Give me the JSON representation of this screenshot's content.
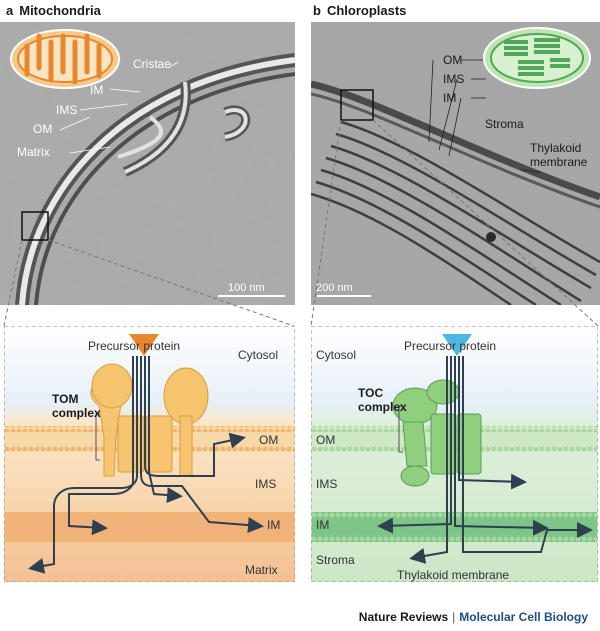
{
  "panel_a": {
    "letter": "a",
    "title": "Mitochondria",
    "em_labels": {
      "cristae": "Cristae",
      "im": "IM",
      "ims": "IMS",
      "om": "OM",
      "matrix": "Matrix"
    },
    "scale_bar": "100 nm",
    "schematic": {
      "precursor": "Precursor protein",
      "cytosol": "Cytosol",
      "complex_line1": "TOM",
      "complex_line2": "complex",
      "om": "OM",
      "ims": "IMS",
      "im": "IM",
      "matrix": "Matrix"
    }
  },
  "panel_b": {
    "letter": "b",
    "title": "Chloroplasts",
    "em_labels": {
      "om": "OM",
      "ims": "IMS",
      "im": "IM",
      "stroma": "Stroma",
      "thylakoid_1": "Thylakoid",
      "thylakoid_2": "membrane"
    },
    "scale_bar": "200 nm",
    "schematic": {
      "precursor": "Precursor protein",
      "cytosol": "Cytosol",
      "complex_line1": "TOC",
      "complex_line2": "complex",
      "om": "OM",
      "ims": "IMS",
      "im": "IM",
      "stroma": "Stroma",
      "thylakoid": "Thylakoid membrane"
    }
  },
  "footer": {
    "journal": "Nature Reviews",
    "separator": "|",
    "subjournal": "Molecular Cell Biology"
  },
  "colors": {
    "mito_accent": "#e8862e",
    "mito_complex": "#f2c36b",
    "chloro_accent": "#62b86a",
    "chloro_complex": "#8fcf7e",
    "arrow": "#2e4050",
    "footer_blue": "#1c4e8c"
  }
}
